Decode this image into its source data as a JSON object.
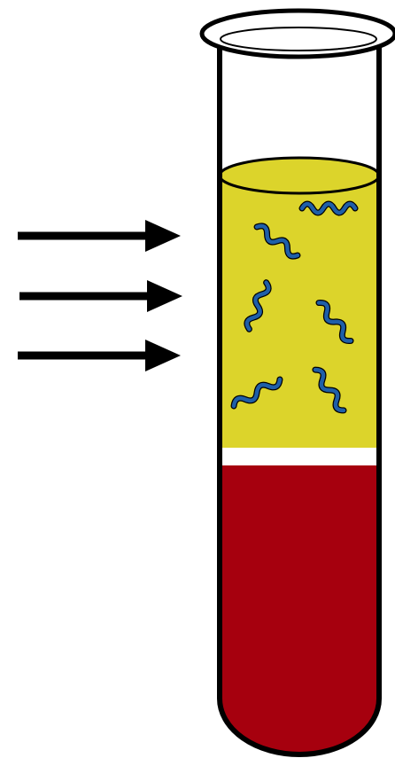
{
  "figure": {
    "colors": {
      "background": "#ffffff",
      "outline": "#000000",
      "upper_layer": "#dcd42b",
      "lower_layer": "#a6000e",
      "gap_layer": "#ffffff",
      "squiggle": "#1f5fa8",
      "arrow": "#000000"
    },
    "arrows": [
      {
        "direction": "right"
      },
      {
        "direction": "right"
      },
      {
        "direction": "right"
      }
    ],
    "squiggles": [
      {
        "id": 1
      },
      {
        "id": 2
      },
      {
        "id": 3
      },
      {
        "id": 4
      },
      {
        "id": 5
      },
      {
        "id": 6
      }
    ]
  }
}
